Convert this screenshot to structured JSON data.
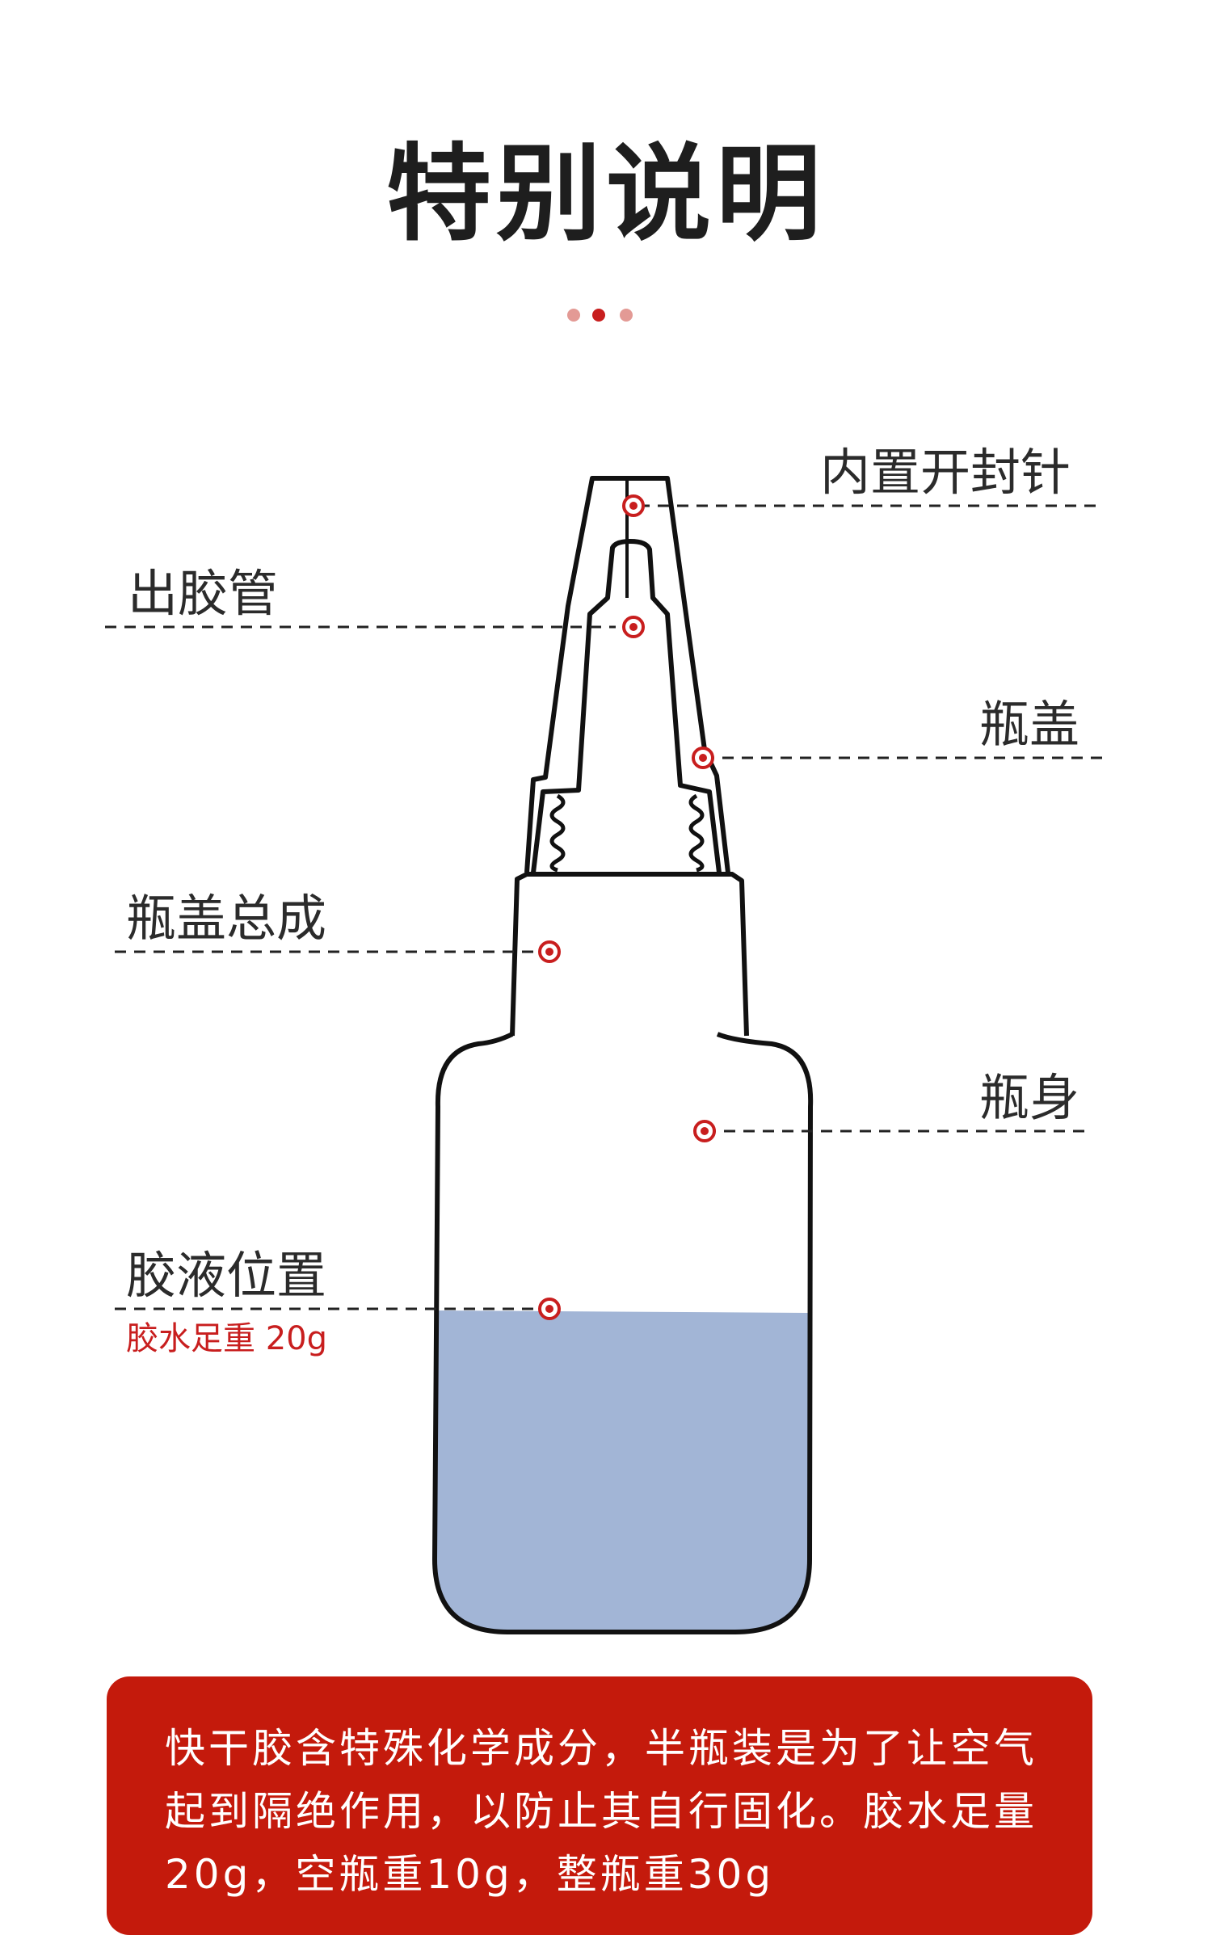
{
  "title": "特别说明",
  "colors": {
    "accent": "#c81e1e",
    "accent_light": "#e39a95",
    "glue": "#a2b5d6",
    "note_bg": "#c41a0c",
    "outline": "#111111"
  },
  "labels": {
    "needle": "内置开封针",
    "nozzle": "出胶管",
    "cap": "瓶盖",
    "cap_assembly": "瓶盖总成",
    "body": "瓶身",
    "glue_level": "胶液位置",
    "glue_weight": "胶水足重 20g"
  },
  "glue_fill": 0.4,
  "note": "快干胶含特殊化学成分，半瓶装是为了让空气起到隔绝作用，以防止其自行固化。胶水足量20g，空瓶重10g，整瓶重30g"
}
